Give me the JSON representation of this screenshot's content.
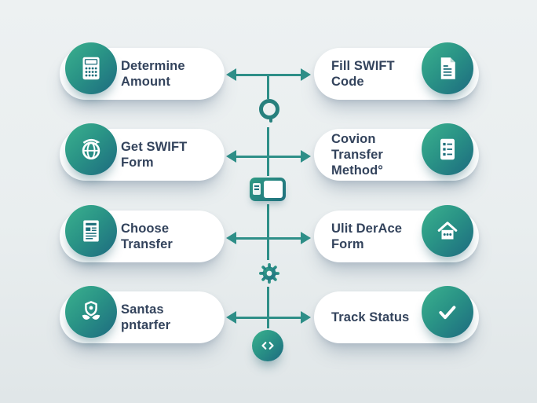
{
  "palette": {
    "teal_light": "#3bb18e",
    "teal_dark": "#1d6a80",
    "arrow_teal": "#2e8f88",
    "text_navy": "#33435c",
    "card_bg": "#ffffff",
    "background": "#e9eeef"
  },
  "cards": {
    "r1_left": {
      "line1": "Determine Amount",
      "icon": "calculator-icon"
    },
    "r1_right": {
      "line1": "Fill SWIFT Code",
      "icon": "document-icon"
    },
    "r2_left": {
      "line1": "Get SWIFT",
      "line2": "Form",
      "icon": "globe-icon"
    },
    "r2_right": {
      "line1": "Covion",
      "line2": "Transfer Method°",
      "icon": "checklist-icon"
    },
    "r3_left": {
      "line1": "Choose Transfer",
      "icon": "form-icon"
    },
    "r3_right": {
      "line1": "Ulit DerAce",
      "line2": "Form",
      "icon": "home-icon"
    },
    "r4_left": {
      "line1": "Santas pntarfer",
      "icon": "shield-plant-icon"
    },
    "r4_right": {
      "line1": "Track Status",
      "icon": "check-icon"
    }
  },
  "center_icons": [
    {
      "name": "magnifier-icon"
    },
    {
      "name": "card-icon"
    },
    {
      "name": "gear-icon"
    },
    {
      "name": "cycle-arrows-icon"
    }
  ]
}
